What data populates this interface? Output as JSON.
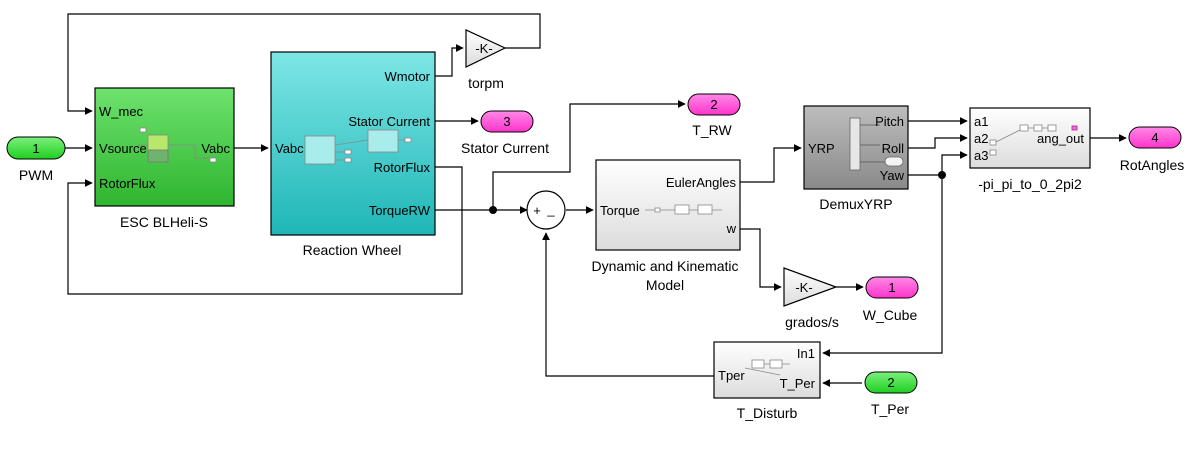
{
  "inports": [
    {
      "num": "1",
      "name": "PWM"
    },
    {
      "num": "2",
      "name": "T_Per"
    }
  ],
  "outports": [
    {
      "num": "3",
      "name": "Stator Current"
    },
    {
      "num": "2",
      "name": "T_RW"
    },
    {
      "num": "1",
      "name": "W_Cube"
    },
    {
      "num": "4",
      "name": "RotAngles"
    }
  ],
  "blocks": {
    "esc": {
      "name": "ESC BLHeli-S",
      "ports_in": [
        "W_mec",
        "Vsource",
        "RotorFlux"
      ],
      "ports_out": [
        "Vabc"
      ],
      "color": "#4fc94f"
    },
    "rw": {
      "name": "Reaction Wheel",
      "ports_in": [
        "Vabc"
      ],
      "ports_out": [
        "Wmotor",
        "Stator Current",
        "RotorFlux",
        "TorqueRW"
      ],
      "color": "#40c8c8"
    },
    "dyn": {
      "name_line1": "Dynamic and Kinematic",
      "name_line2": "Model",
      "ports_in": [
        "Torque"
      ],
      "ports_out": [
        "EulerAngles",
        "w"
      ]
    },
    "demux": {
      "name": "DemuxYRP",
      "ports_in": [
        "YRP"
      ],
      "ports_out": [
        "Pitch",
        "Roll",
        "Yaw"
      ]
    },
    "angles": {
      "name": "-pi_pi_to_0_2pi2",
      "ports_in": [
        "a1",
        "a2",
        "a3"
      ],
      "ports_out": [
        "ang_out"
      ]
    },
    "dist": {
      "name": "T_Disturb",
      "ports_in": [
        "Tper",
        "T_Per"
      ],
      "ports_out": [
        "In1"
      ]
    }
  },
  "gains": [
    {
      "name": "torpm",
      "value": "-K-"
    },
    {
      "name": "grados/s",
      "value": "-K-"
    }
  ],
  "sum": {
    "signs": [
      "+",
      "_"
    ]
  },
  "colors": {
    "inport": "#22dd22",
    "outport": "#ff33cc",
    "line": "#000000"
  }
}
